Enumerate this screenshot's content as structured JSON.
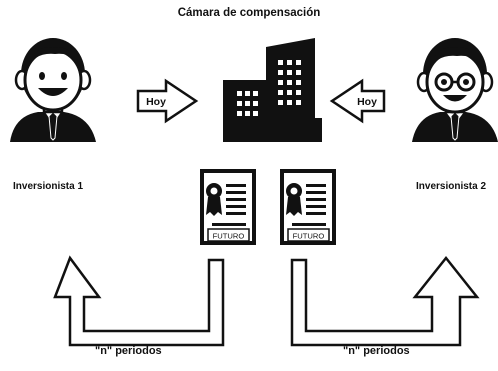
{
  "title": "Cámara de compensación",
  "investors": [
    {
      "label": "Inversionista 1"
    },
    {
      "label": "Inversionista 2"
    }
  ],
  "arrows": {
    "today_label": "Hoy",
    "periods_label": "\"n\" periodos"
  },
  "certificates": [
    {
      "label": "FUTURO"
    },
    {
      "label": "FUTURO"
    }
  ],
  "colors": {
    "ink": "#111111",
    "face": "#ffffff",
    "background": "#ffffff"
  },
  "icons": [
    "investor-1-icon",
    "investor-2-icon",
    "building-icon",
    "certificate-icon"
  ]
}
